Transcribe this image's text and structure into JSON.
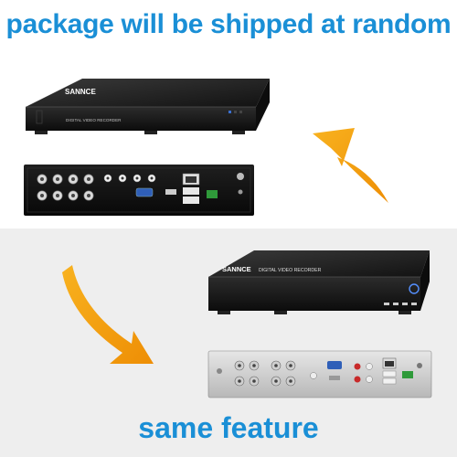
{
  "headline_top": "package will be shipped at random",
  "headline_bottom": "same feature",
  "product_top": {
    "brand": "SANNCE",
    "model_label": "DIGITAL VIDEO RECORDER"
  },
  "product_bottom": {
    "brand": "SANNCE",
    "model_label": "DIGITAL VIDEO RECORDER"
  },
  "colors": {
    "headline": "#1a8fd6",
    "arrow": "#f5a00e",
    "device_body": "#1a1a1a",
    "bottom_background": "#eeeeee"
  }
}
